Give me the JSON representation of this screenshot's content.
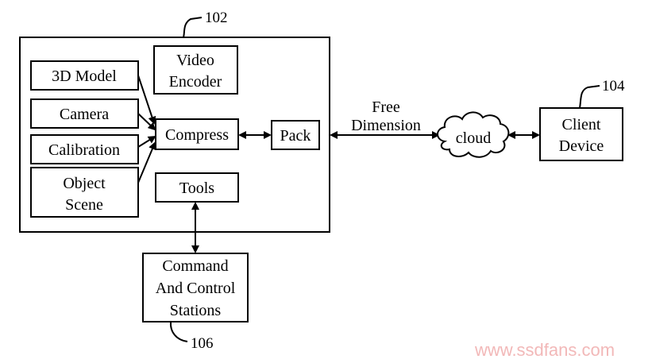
{
  "diagram": {
    "ref_system": "102",
    "ref_client": "104",
    "ref_command": "106",
    "box_3d_model": "3D Model",
    "box_camera": "Camera",
    "box_calibration": "Calibration",
    "box_object_scene": [
      "Object",
      "Scene"
    ],
    "box_video_encoder": [
      "Video",
      "Encoder"
    ],
    "box_compress": "Compress",
    "box_pack": "Pack",
    "box_tools": "Tools",
    "link_label": [
      "Free",
      "Dimension"
    ],
    "cloud_label": "cloud",
    "box_client_device": [
      "Client",
      "Device"
    ],
    "box_command": [
      "Command",
      "And Control",
      "Stations"
    ]
  },
  "watermark": "www.ssdfans.com",
  "colors": {
    "ink": "#000000",
    "watermark": "#f2b8b8"
  }
}
